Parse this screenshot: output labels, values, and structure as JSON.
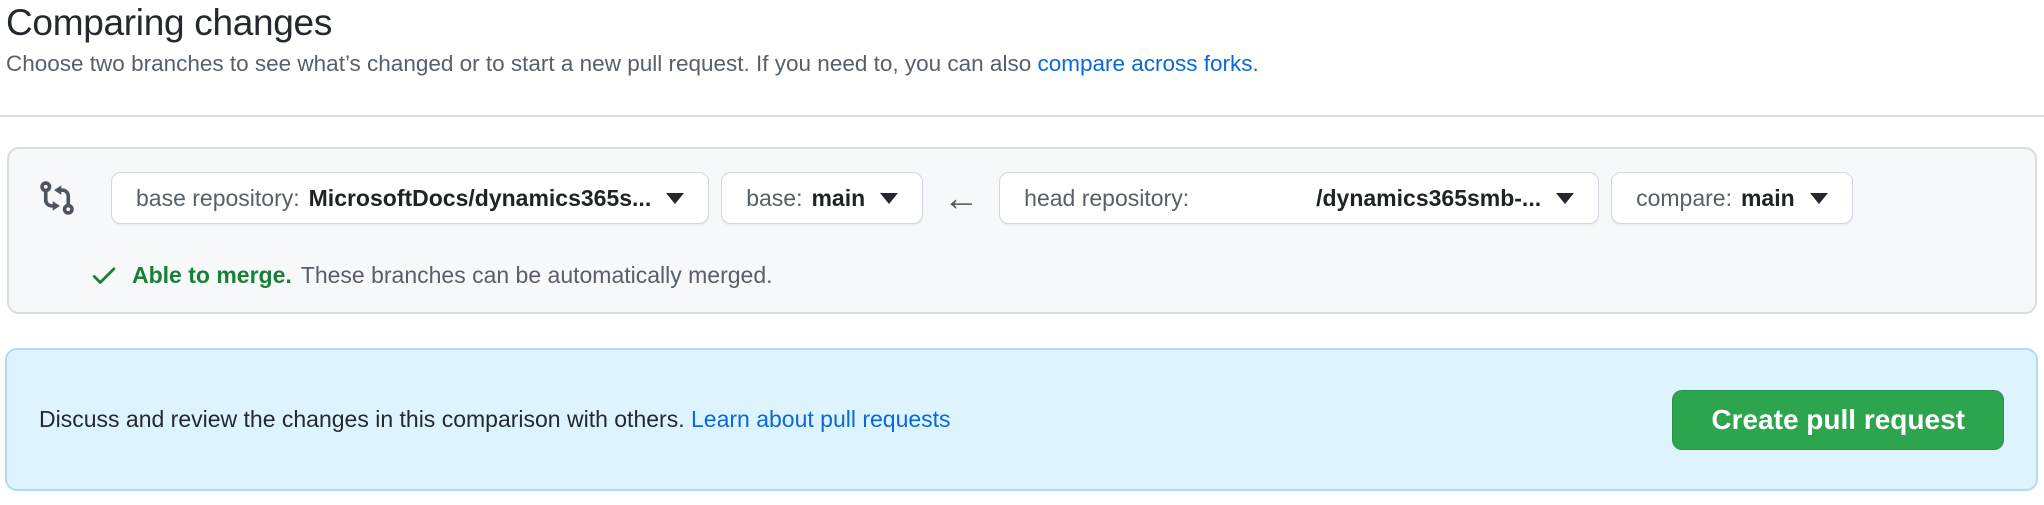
{
  "header": {
    "title": "Comparing changes",
    "subtitle_text": "Choose two branches to see what’s changed or to start a new pull request. If you need to, you can also ",
    "subtitle_link": "compare across forks."
  },
  "branch_selector": {
    "base_repository": {
      "prefix": "base repository:",
      "value": "MicrosoftDocs/dynamics365s..."
    },
    "base_branch": {
      "prefix": "base:",
      "value": "main"
    },
    "arrow": "←",
    "head_repository": {
      "prefix": "head repository:",
      "value": "/dynamics365smb-..."
    },
    "compare_branch": {
      "prefix": "compare:",
      "value": "main"
    },
    "merge_status": {
      "title": "Able to merge.",
      "description": "These branches can be automatically merged."
    }
  },
  "banner": {
    "message": "Discuss and review the changes in this comparison with others. ",
    "link": "Learn about pull requests",
    "create_button": "Create pull request"
  },
  "icons": {
    "git_compare": "git-compare-icon",
    "check": "check-icon",
    "dropdown_caret": "triangle-down-icon",
    "arrow_left": "arrow-left-icon"
  },
  "colors": {
    "link_blue": "#0969da",
    "success_green": "#1a7f37",
    "create_button_green": "#2da44e",
    "panel_background": "#f6f8fa",
    "panel_border": "#d0d7de",
    "banner_background": "#ddf4ff",
    "banner_border": "#b3daf5",
    "text_primary": "#24292f",
    "text_muted": "#57606a"
  }
}
